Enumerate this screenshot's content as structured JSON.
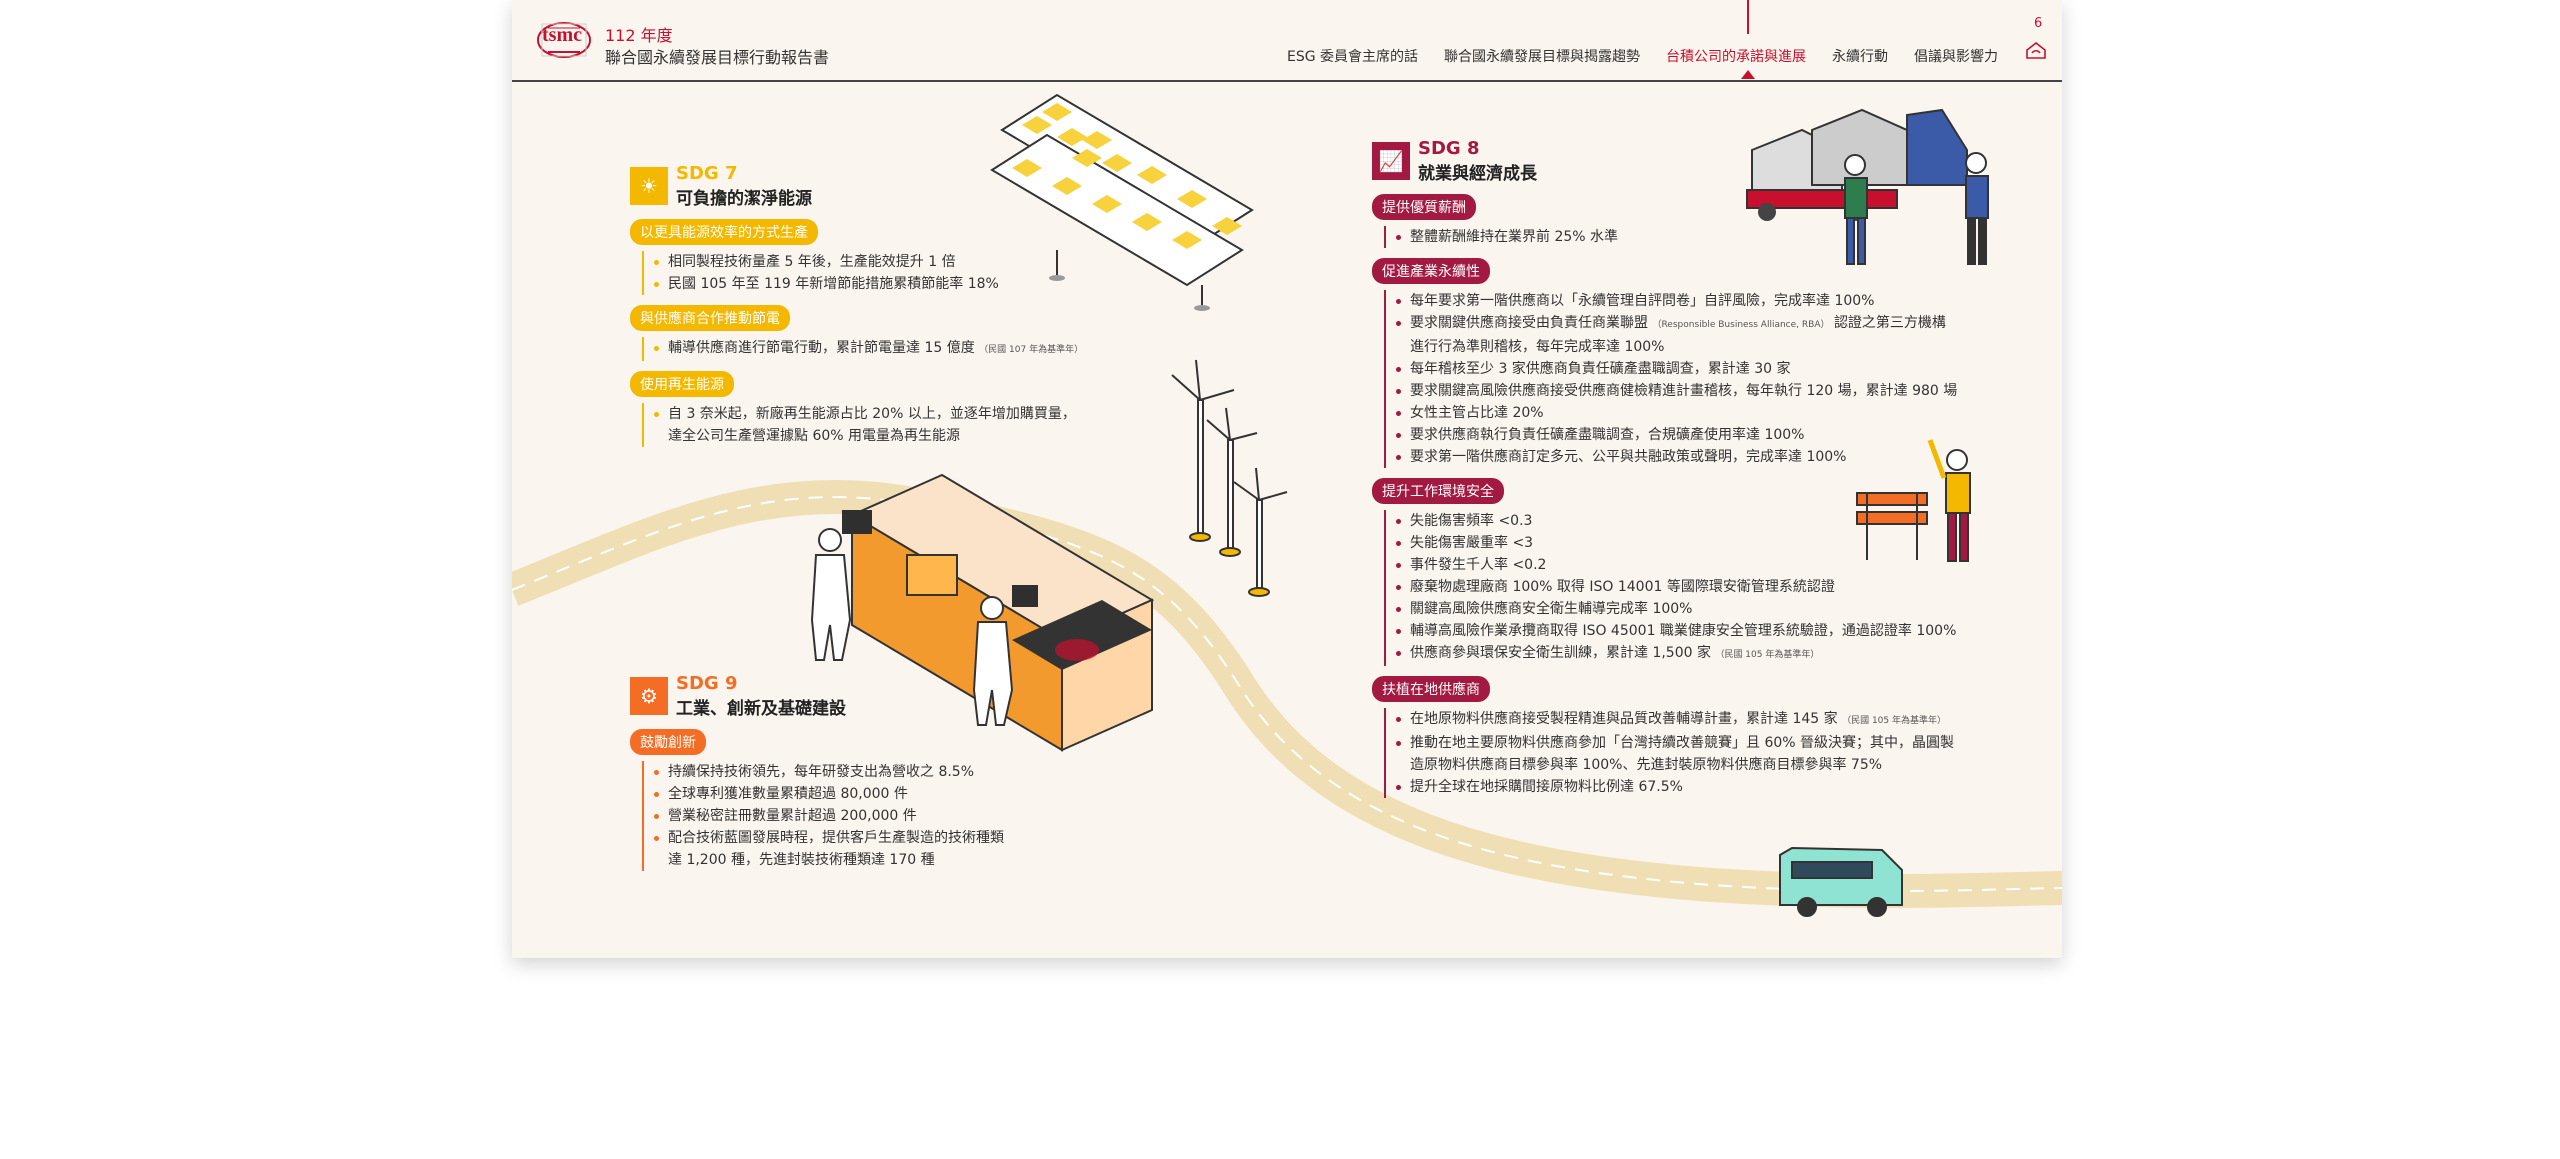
{
  "header": {
    "logo_text": "tsmc",
    "year": "112 年度",
    "doc_title": "聯合國永續發展目標行動報告書",
    "nav": [
      {
        "label": "ESG 委員會主席的話",
        "active": false
      },
      {
        "label": "聯合國永續發展目標與揭露趨勢",
        "active": false
      },
      {
        "label": "台積公司的承諾與進展",
        "active": true
      },
      {
        "label": "永續行動",
        "active": false
      },
      {
        "label": "倡議與影響力",
        "active": false
      }
    ],
    "page_number": "6"
  },
  "colors": {
    "brand_red": "#c8102e",
    "sdg7": "#f5b800",
    "sdg8": "#a21942",
    "sdg9": "#f36d25"
  },
  "sdg7": {
    "number": "SDG 7",
    "name": "可負擔的潔淨能源",
    "sections": [
      {
        "title": "以更具能源效率的方式生產",
        "items": [
          {
            "text": "相同製程技術量產 5 年後，生產能效提升 1 倍",
            "note": ""
          },
          {
            "text": "民國 105 年至 119 年新增節能措施累積節能率 18%",
            "note": ""
          }
        ]
      },
      {
        "title": "與供應商合作推動節電",
        "items": [
          {
            "text": "輔導供應商進行節電行動，累計節電量達 15 億度",
            "note": "（民國 107 年為基準年）"
          }
        ]
      },
      {
        "title": "使用再生能源",
        "items": [
          {
            "text": "自 3 奈米起，新廠再生能源占比 20% 以上，並逐年增加購買量，",
            "cont": "達全公司生產營運據點 60% 用電量為再生能源"
          }
        ]
      }
    ]
  },
  "sdg9": {
    "number": "SDG 9",
    "name": "工業、創新及基礎建設",
    "sections": [
      {
        "title": "鼓勵創新",
        "items": [
          {
            "text": "持續保持技術領先，每年研發支出為營收之 8.5%"
          },
          {
            "text": "全球專利獲准數量累積超過 80,000 件"
          },
          {
            "text": "營業秘密註冊數量累計超過 200,000 件"
          },
          {
            "text": "配合技術藍圖發展時程，提供客戶生產製造的技術種類",
            "cont": "達 1,200 種，先進封裝技術種類達 170 種"
          }
        ]
      }
    ]
  },
  "sdg8": {
    "number": "SDG 8",
    "name": "就業與經濟成長",
    "sections": [
      {
        "title": "提供優質薪酬",
        "items": [
          {
            "text": "整體薪酬維持在業界前 25% 水準"
          }
        ]
      },
      {
        "title": "促進產業永續性",
        "items": [
          {
            "text": "每年要求第一階供應商以「永續管理自評問卷」自評風險，完成率達 100%"
          },
          {
            "text": "要求關鍵供應商接受由負責任商業聯盟",
            "note": "（Responsible Business Alliance, RBA）",
            "text2": "認證之第三方機構",
            "cont": "進行行為準則稽核，每年完成率達 100%"
          },
          {
            "text": "每年稽核至少 3 家供應商負責任礦產盡職調查，累計達 30 家"
          },
          {
            "text": "要求關鍵高風險供應商接受供應商健檢精進計畫稽核，每年執行 120 場，累計達 980 場"
          },
          {
            "text": "女性主管占比達 20%"
          },
          {
            "text": "要求供應商執行負責任礦產盡職調查，合規礦產使用率達 100%"
          },
          {
            "text": "要求第一階供應商訂定多元、公平與共融政策或聲明，完成率達 100%"
          }
        ]
      },
      {
        "title": "提升工作環境安全",
        "items": [
          {
            "text": "失能傷害頻率 <0.3"
          },
          {
            "text": "失能傷害嚴重率 <3"
          },
          {
            "text": "事件發生千人率 <0.2"
          },
          {
            "text": "廢棄物處理廠商 100% 取得 ISO 14001 等國際環安衛管理系統認證"
          },
          {
            "text": "關鍵高風險供應商安全衛生輔導完成率 100%"
          },
          {
            "text": "輔導高風險作業承攬商取得 ISO 45001 職業健康安全管理系統驗證，通過認證率 100%"
          },
          {
            "text": "供應商參與環保安全衛生訓練，累計達 1,500 家",
            "note": "（民國 105 年為基準年）"
          }
        ]
      },
      {
        "title": "扶植在地供應商",
        "items": [
          {
            "text": "在地原物料供應商接受製程精進與品質改善輔導計畫，累計達 145 家",
            "note": "（民國 105 年為基準年）"
          },
          {
            "text": "推動在地主要原物料供應商參加「台灣持續改善競賽」且 60% 晉級決賽；其中，晶圓製",
            "cont": "造原物料供應商目標參與率 100%、先進封裝原物料供應商目標參與率 75%"
          },
          {
            "text": "提升全球在地採購間接原物料比例達 67.5%"
          }
        ]
      }
    ]
  }
}
